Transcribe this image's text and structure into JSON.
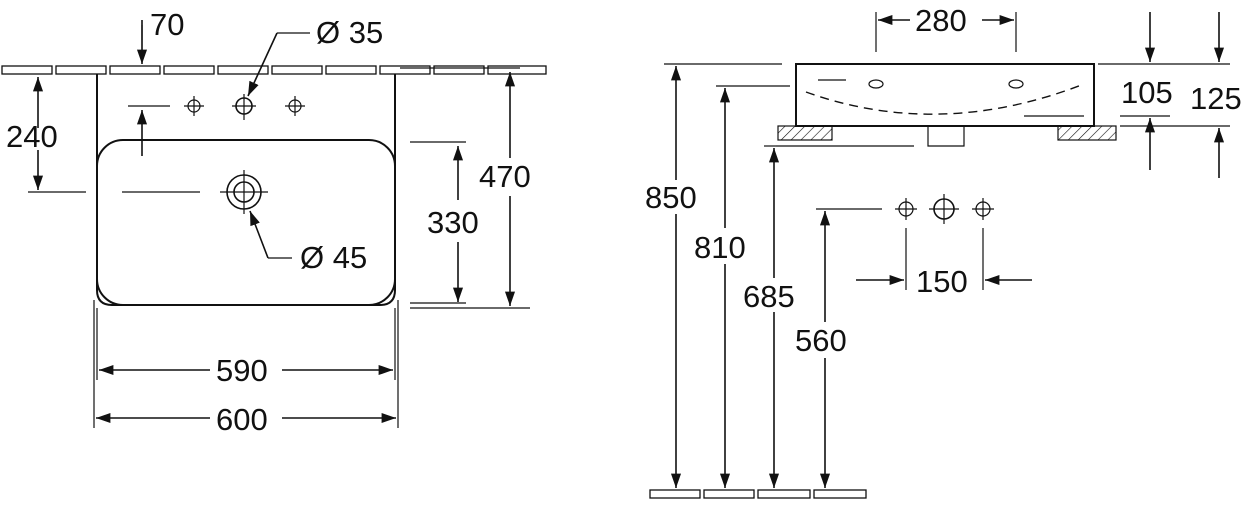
{
  "dimensions": {
    "top_hole_offset": "70",
    "tap_hole_diameter": "Ø 35",
    "hole_height": "240",
    "waste_diameter": "Ø 45",
    "inner_depth": "330",
    "outer_depth": "470",
    "inner_width": "590",
    "outer_width": "600",
    "tap_spacing_top": "280",
    "bowl_depth": "105",
    "total_height": "125",
    "height_top": "850",
    "height_rim": "810",
    "height_bottom": "685",
    "height_supply": "560",
    "supply_spacing": "150"
  }
}
